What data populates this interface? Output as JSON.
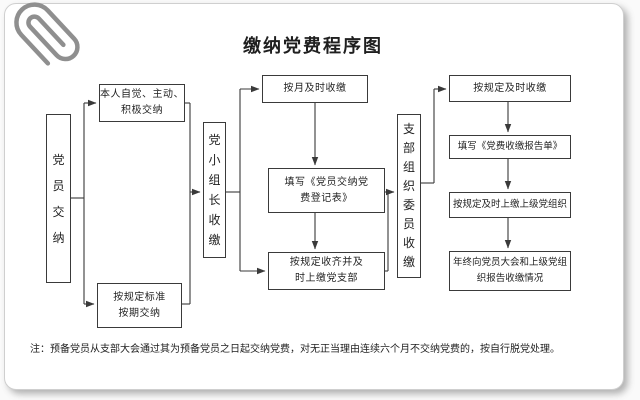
{
  "title": "缴纳党费程序图",
  "nodes": {
    "member_pay": "党员交纳",
    "self_l1": "本人自觉、主动、",
    "self_l2": "积极交纳",
    "standard_l1": "按规定标准",
    "standard_l2": "按期交纳",
    "group_leader": "党小组长收缴",
    "monthly_collect": "按月及时收缴",
    "fill_member_l1": "填写《党员交纳党",
    "fill_member_l2": "费登记表》",
    "collect_pay_l1": "按规定收齐并及",
    "collect_pay_l2": "时上缴党支部",
    "branch_committee": "支部组织委员收缴",
    "timely_collect": "按规定及时收缴",
    "fill_report": "填写《党费收缴报告单》",
    "pay_higher": "按规定及时上缴上级党组织",
    "year_report_l1": "年终向党员大会和上级党组",
    "year_report_l2": "织报告收缴情况"
  },
  "note": "注：预备党员从支部大会通过其为预备党员之日起交纳党费，对无正当理由连续六个月不交纳党费的，按自行脱党处理。",
  "palette": {
    "ink": "#3a3a3a",
    "card_background": "#ffffff",
    "card_border": "#cfcfcf",
    "paperclip": "#8f8f8f"
  }
}
